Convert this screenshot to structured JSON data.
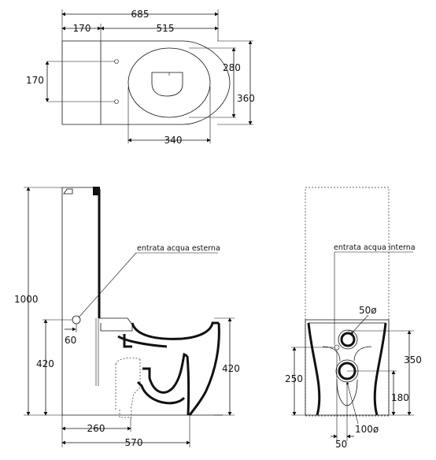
{
  "top_view": {
    "overall_width": "685",
    "tank_depth": "170",
    "bowl_depth": "515",
    "fixing_spacing": "170",
    "seat_width": "280",
    "bowl_width": "360",
    "seat_length": "340"
  },
  "side_view": {
    "total_height": "1000",
    "water_inlet_height": "420",
    "inlet_offset": "60",
    "bowl_height": "420",
    "drain_distance": "260",
    "total_depth": "570",
    "inlet_label": "entrata acqua esterna"
  },
  "rear_view": {
    "inlet_label": "entrata acqua interna",
    "inlet_diameter": "50ø",
    "inlet_height": "350",
    "left_height": "250",
    "drain_height": "180",
    "drain_diameter": "100ø",
    "drain_offset": "50"
  }
}
